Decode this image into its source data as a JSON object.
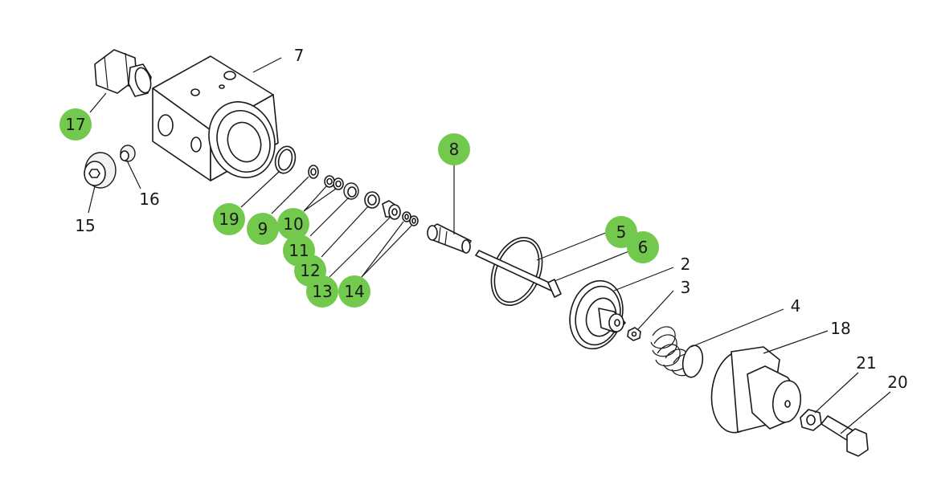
{
  "colors": {
    "badge": "#72c94d",
    "line": "#1a1a1a"
  },
  "labels": {
    "p2": "2",
    "p3": "3",
    "p4": "4",
    "p5": "5",
    "p6": "6",
    "p7": "7",
    "p8": "8",
    "p9": "9",
    "p10": "10",
    "p11": "11",
    "p12": "12",
    "p13": "13",
    "p14": "14",
    "p15": "15",
    "p16": "16",
    "p17": "17",
    "p18": "18",
    "p19": "19",
    "p20": "20",
    "p21": "21"
  }
}
